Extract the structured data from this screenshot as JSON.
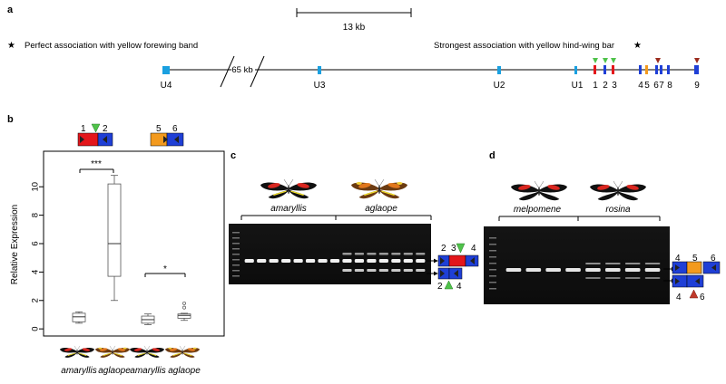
{
  "panel_a": {
    "label": "a",
    "scale_bar_label": "13 kb",
    "gap_label": "65 kb",
    "legend_left": "Perfect association with yellow forewing band",
    "legend_right": "Strongest association with yellow hind-wing bar",
    "star": "★",
    "exon_labels": [
      "U4",
      "U3",
      "U2",
      "U1",
      "1",
      "2",
      "3",
      "4",
      "5",
      "6",
      "7",
      "8",
      "9"
    ],
    "colors": {
      "blue": "#1f3fd6",
      "light_blue": "#1aa0e0",
      "red": "#e3161b",
      "orange": "#f39a1e",
      "green": "#4fc24a",
      "dark_red": "#9a2b1d"
    }
  },
  "panel_b": {
    "label": "b",
    "y_axis_label": "Relative Expression",
    "y_ticks": [
      "0",
      "2",
      "4",
      "6",
      "8",
      "10"
    ],
    "x_labels": [
      "amaryllis",
      "aglaope",
      "amaryllis",
      "aglaope"
    ],
    "exon_pair_1": [
      "1",
      "2"
    ],
    "exon_pair_2": [
      "5",
      "6"
    ],
    "sig_1": "***",
    "sig_2": "*",
    "chart_data": {
      "type": "box",
      "categories": [
        "amaryllis",
        "aglaope",
        "amaryllis",
        "aglaope"
      ],
      "ylabel": "Relative Expression",
      "ylim": [
        -0.5,
        12.5
      ],
      "boxes": [
        {
          "min": 0.4,
          "q1": 0.5,
          "median": 0.85,
          "q3": 1.1,
          "max": 1.2
        },
        {
          "min": 2.0,
          "q1": 3.7,
          "median": 6.0,
          "q3": 10.2,
          "max": 10.8
        },
        {
          "min": 0.3,
          "q1": 0.4,
          "median": 0.65,
          "q3": 0.9,
          "max": 1.05
        },
        {
          "min": 0.6,
          "q1": 0.75,
          "median": 0.95,
          "q3": 1.05,
          "max": 1.1
        }
      ],
      "outliers": [
        {
          "box": 3,
          "values": [
            1.5,
            1.8
          ]
        }
      ]
    }
  },
  "panel_c": {
    "label": "c",
    "groups": [
      "amaryllis",
      "aglaope"
    ],
    "band_top_labels": [
      "2",
      "3",
      "4"
    ],
    "band_bottom_labels": [
      "2",
      "4"
    ]
  },
  "panel_d": {
    "label": "d",
    "groups": [
      "melpomene",
      "rosina"
    ],
    "band_top_labels": [
      "4",
      "5",
      "6"
    ],
    "band_bottom_labels": [
      "4",
      "6"
    ]
  }
}
